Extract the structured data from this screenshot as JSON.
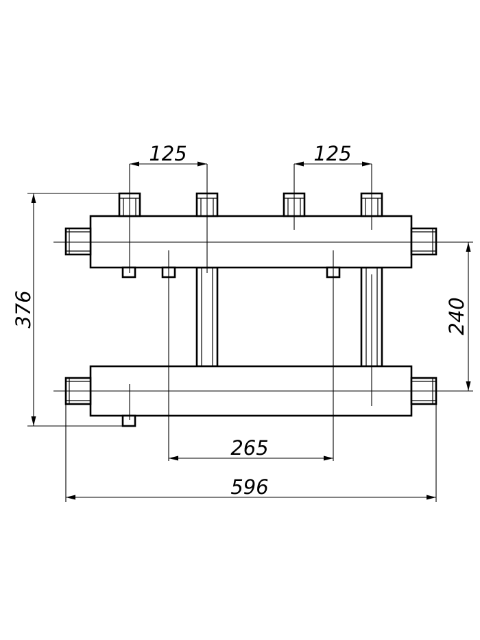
{
  "diagram": {
    "dimensions": {
      "top_left_spacing": "125",
      "top_right_spacing": "125",
      "overall_height": "376",
      "header_spacing": "240",
      "inner_width": "265",
      "overall_width": "596"
    }
  }
}
